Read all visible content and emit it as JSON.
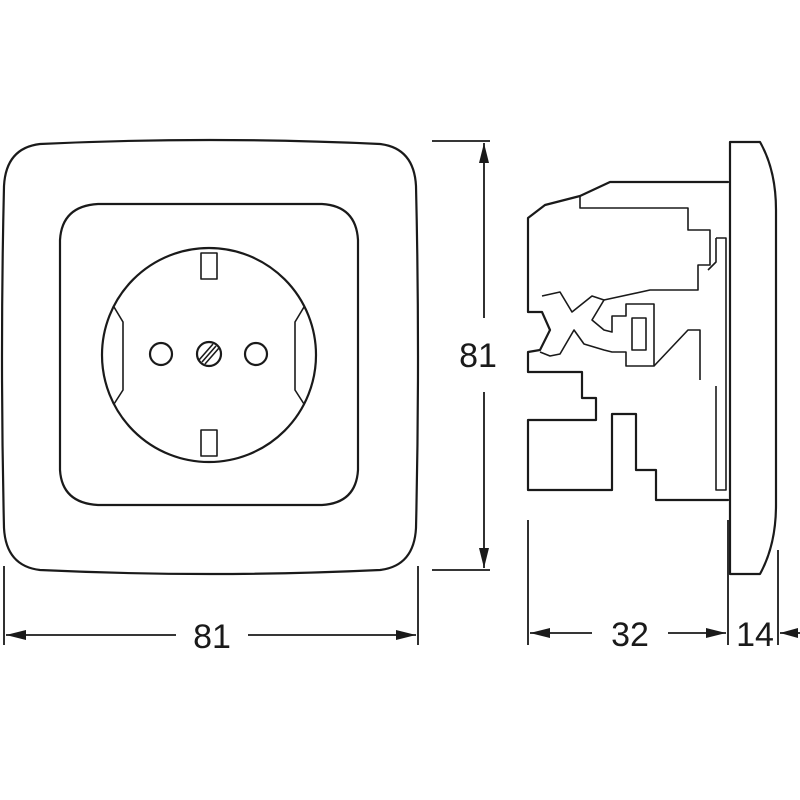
{
  "dimensions": {
    "front_width": "81",
    "front_height": "81",
    "side_depth": "32",
    "plate_thickness": "14"
  }
}
